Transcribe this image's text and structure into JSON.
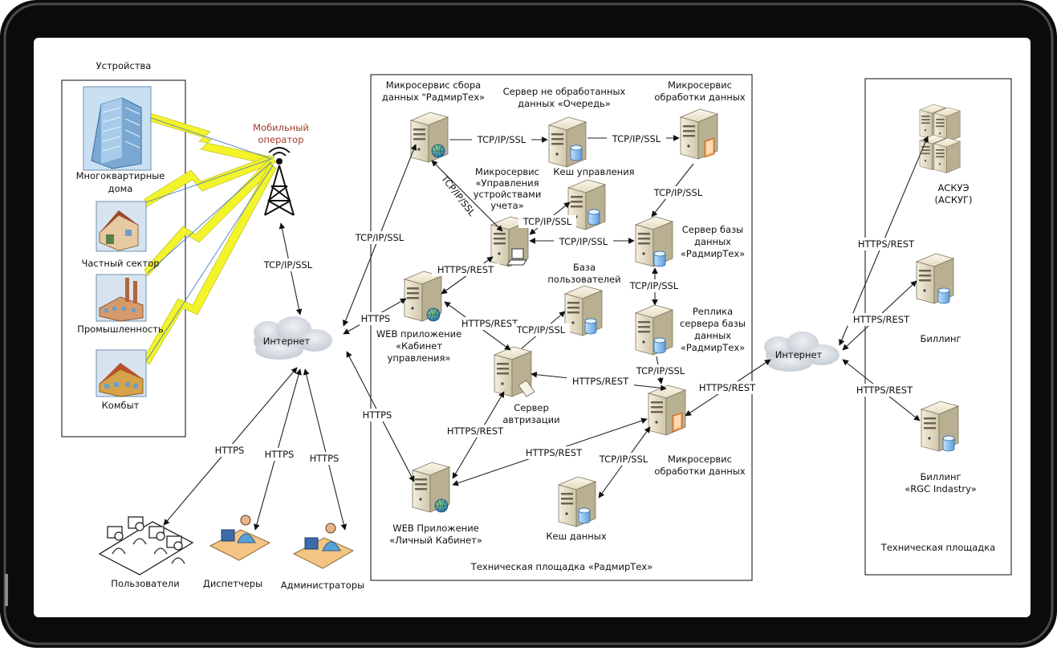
{
  "left_zone": {
    "title": "Устройства"
  },
  "devices": {
    "apartments": "Многоквартирные дома",
    "private": "Частный сектор",
    "industry": "Промышленность",
    "kombyt": "Комбыт"
  },
  "mobile_operator": "Мобильный оператор",
  "internet_left": "Интернет",
  "internet_right": "Интернет",
  "people": {
    "users": "Пользователи",
    "dispatchers": "Диспетчеры",
    "admins": "Администраторы"
  },
  "center_zone": {
    "title": "Техническая площадка «РадмирТех»",
    "collector": "Микросервис сбора данных \"РадмирТех»",
    "queue": "Сервер не обработанных данных «Очередь»",
    "processing_top": "Микросервис обработки данных",
    "control_cache": "Кеш управления",
    "device_mgmt": "Микросервис «Управления устройствами учета»",
    "db_server": "Сервер базы данных «РадмирТех»",
    "users_db": "База пользователей",
    "web_cabinet": "WEB приложение «Кабинет управления»",
    "replica": "Реплика сервера базы данных «РадмирТех»",
    "auth_server": "Сервер автризации",
    "processing_bottom": "Микросервис обработки данных",
    "web_personal": "WEB Приложение «Личный Кабинет»",
    "data_cache": "Кеш данных"
  },
  "right_zone": {
    "title": "Техническая площадка",
    "askue": "АСКУЭ (АСКУГ)",
    "billing": "Биллинг",
    "billing_rgc": "Биллинг «RGC Indastry»"
  },
  "protocols": {
    "tcp": "TCP/IP/SSL",
    "https": "HTTPS",
    "https_rest": "HTTPS/REST"
  },
  "colors": {
    "bezel": "#0b0b0b",
    "lightning": "#f3f32a",
    "cloud": "#d4d9df",
    "server": "#e9e1c9"
  }
}
